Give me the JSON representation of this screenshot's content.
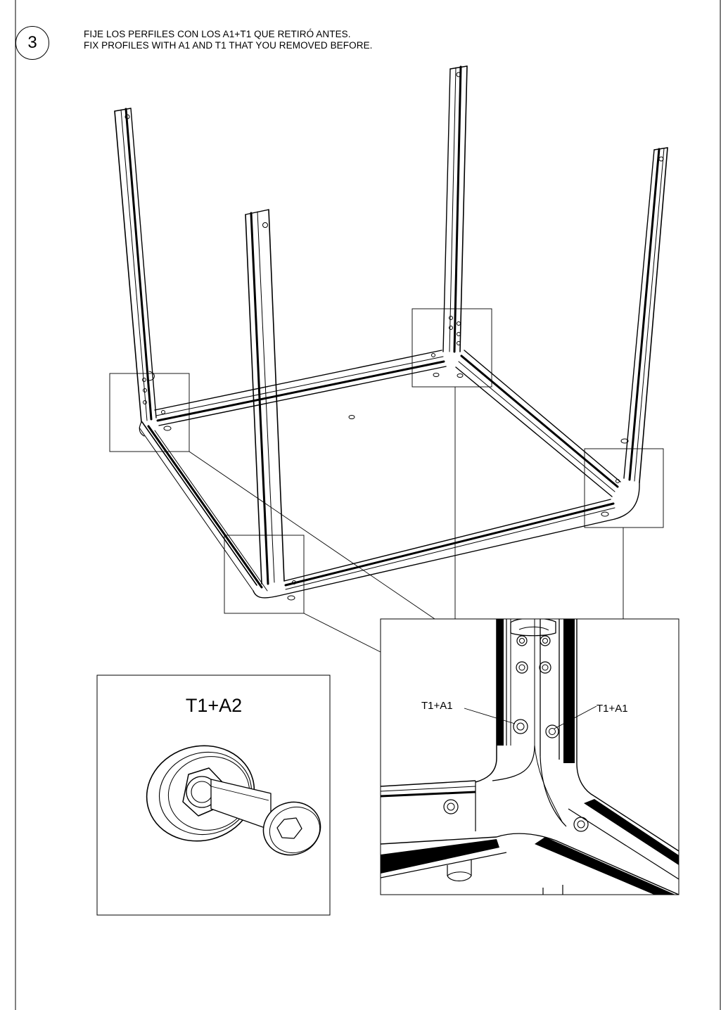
{
  "step": {
    "number": "3"
  },
  "instructions": {
    "es": "FIJE LOS PERFILES CON LOS A1+T1 QUE RETIRÓ ANTES.",
    "en": "FIX PROFILES WITH A1 AND T1 THAT YOU REMOVED BEFORE."
  },
  "hardware_detail": {
    "title": "T1+A2"
  },
  "corner_detail": {
    "label_left": "T1+A1",
    "label_right": "T1+A1"
  }
}
